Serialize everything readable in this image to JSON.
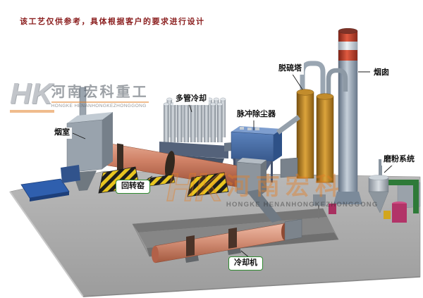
{
  "disclaimer": "该工艺仅供参考，具体根据客户的要求进行设计",
  "watermark_corner": {
    "initials": "HK",
    "company_cn": "河南宏科重工",
    "company_en": "HONGKE HENANHONGKEZHONGGONG"
  },
  "watermark_center": {
    "initials": "HK",
    "company_cn": "河南宏科",
    "company_en": "HONGKE HENANHONGKEZHONGGONG"
  },
  "labels": {
    "smoke_chamber": "烟室",
    "rotary_kiln": "回转窑",
    "multi_tube_cooler": "多管冷却",
    "pulse_dust_collector": "脉冲除尘器",
    "desulfurization_tower": "脱硫塔",
    "chimney": "烟囱",
    "grinding_system": "磨粉系统",
    "cooling_machine": "冷却机"
  },
  "colors": {
    "kiln_body": "#cf8166",
    "cooling_machine": "#d08b72",
    "dust_collector_blue": "#3f6ca6",
    "tower_amber": "#c8912c",
    "chimney_band_red": "#c23b28",
    "chimney_body_gray": "#93a2b4",
    "floor_gray": "#ababab",
    "pool_blue": "#2f5fae",
    "pipe_green": "#2e7a38",
    "mill_magenta": "#b23468",
    "hazard_yellow": "#e8c520",
    "label_border_green": "#2f8a2f",
    "disclaimer_red": "#8b1f1f",
    "watermark_orange": "#e07820"
  }
}
